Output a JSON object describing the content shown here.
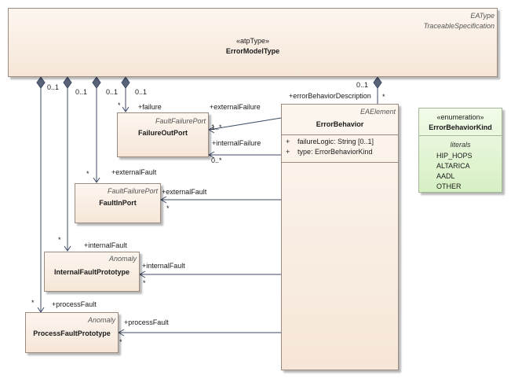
{
  "error_model_type": {
    "metaclass": "EAType",
    "stereotype_class": "TraceableSpecification",
    "stereotype": "«atpType»",
    "name": "ErrorModelType"
  },
  "error_behavior": {
    "metaclass": "EAElement",
    "name": "ErrorBehavior",
    "attributes": [
      {
        "visibility": "+",
        "text": "failureLogic: String [0..1]"
      },
      {
        "visibility": "+",
        "text": "type: ErrorBehaviorKind"
      }
    ]
  },
  "failure_out_port": {
    "metaclass": "FaultFailurePort",
    "name": "FailureOutPort"
  },
  "fault_in_port": {
    "metaclass": "FaultFailurePort",
    "name": "FaultInPort"
  },
  "internal_fault_prototype": {
    "metaclass": "Anomaly",
    "name": "InternalFaultPrototype"
  },
  "process_fault_prototype": {
    "metaclass": "Anomaly",
    "name": "ProcessFaultPrototype"
  },
  "enumeration": {
    "stereotype": "«enumeration»",
    "name": "ErrorBehaviorKind",
    "section_label": "literals",
    "literals": [
      "HIP_HOPS",
      "ALTARICA",
      "AADL",
      "OTHER"
    ]
  },
  "labels": {
    "m_01_a": "0..1",
    "m_01_b": "0..1",
    "m_01_c": "0..1",
    "m_01_d": "0..1",
    "m_01_e": "0..1",
    "m_star_eb": "*",
    "role_error_behavior_description": "+errorBehaviorDescription",
    "role_failure": "+failure",
    "m_star_failure": "*",
    "role_external_failure": "+externalFailure",
    "m_1n": "1..*",
    "role_internal_failure": "+internalFailure",
    "m_0n": "0..*",
    "role_external_fault_top": "+externalFault",
    "m_star_external_fault": "*",
    "role_external_fault_side": "+externalFault",
    "m_star_external_fault_side": "*",
    "role_internal_fault_top": "+internalFault",
    "m_star_internal_fault": "*",
    "role_internal_fault_side": "+internalFault",
    "m_star_internal_fault_side": "*",
    "role_process_fault_top": "+processFault",
    "m_star_process_fault": "*",
    "role_process_fault_side": "+processFault",
    "m_star_process_fault_side": "*"
  }
}
